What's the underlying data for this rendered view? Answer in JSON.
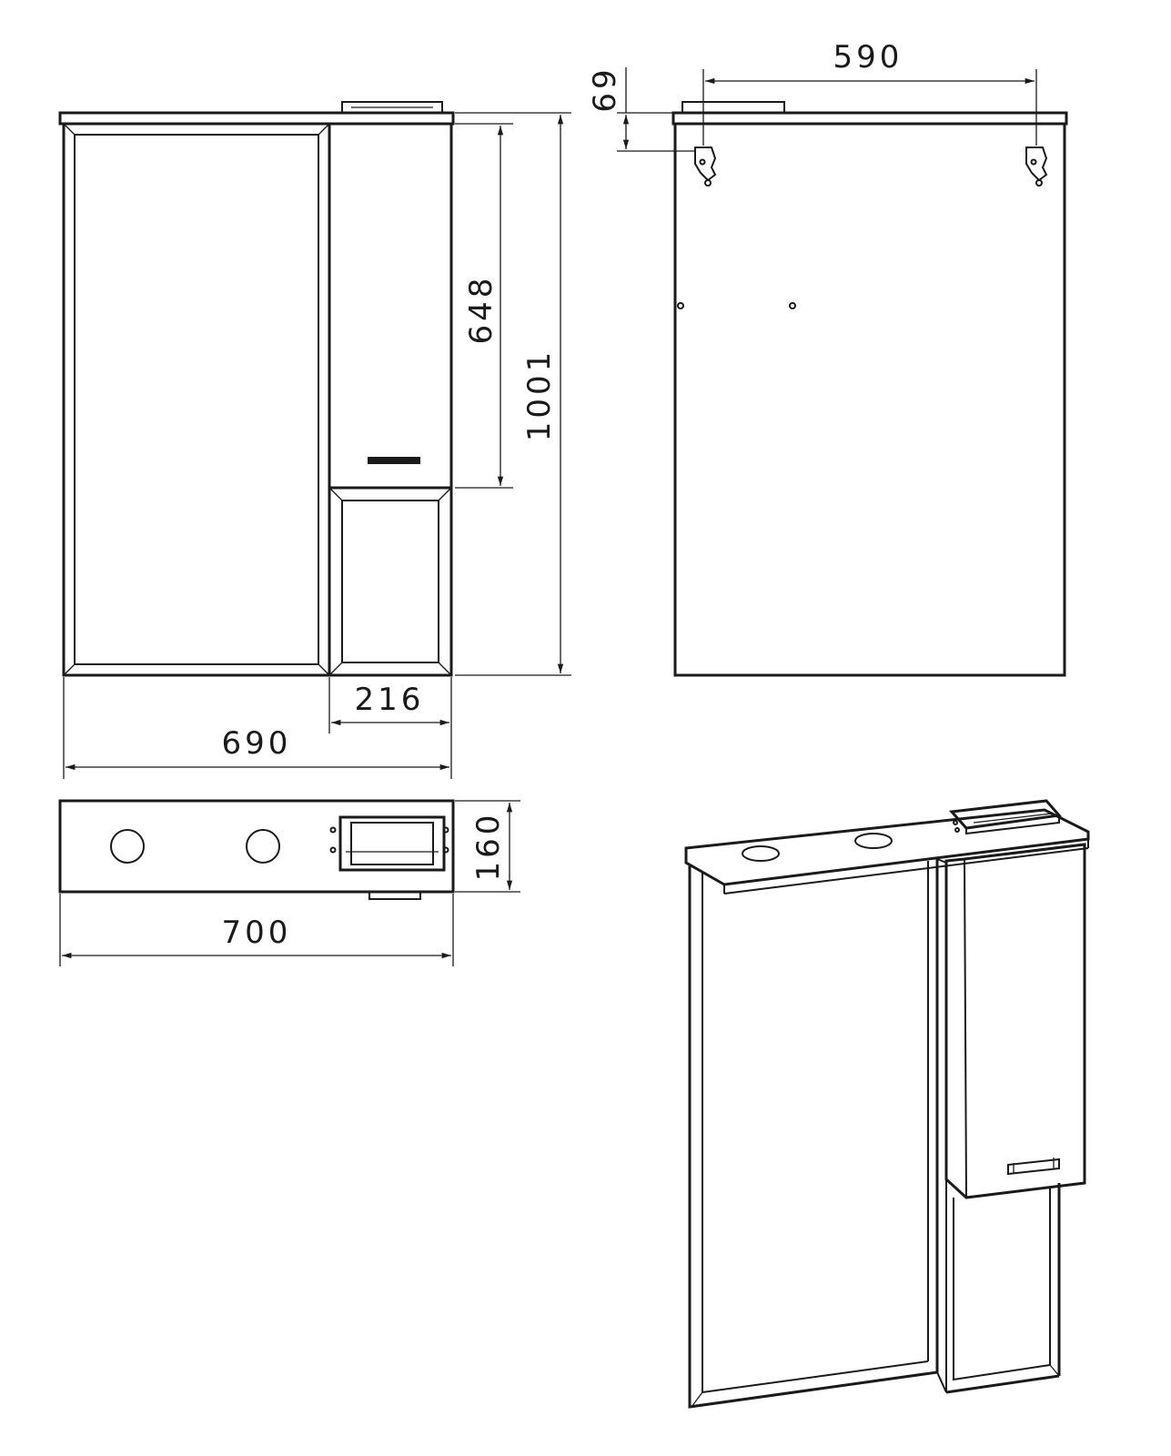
{
  "dimensions": {
    "front_width": "690",
    "shelf_width": "216",
    "cabinet_height": "648",
    "total_height": "1001",
    "hanger_spacing": "590",
    "hanger_offset": "69",
    "top_width": "700",
    "depth": "160"
  },
  "colors": {
    "line": "#1a1a1a",
    "background": "#ffffff"
  }
}
